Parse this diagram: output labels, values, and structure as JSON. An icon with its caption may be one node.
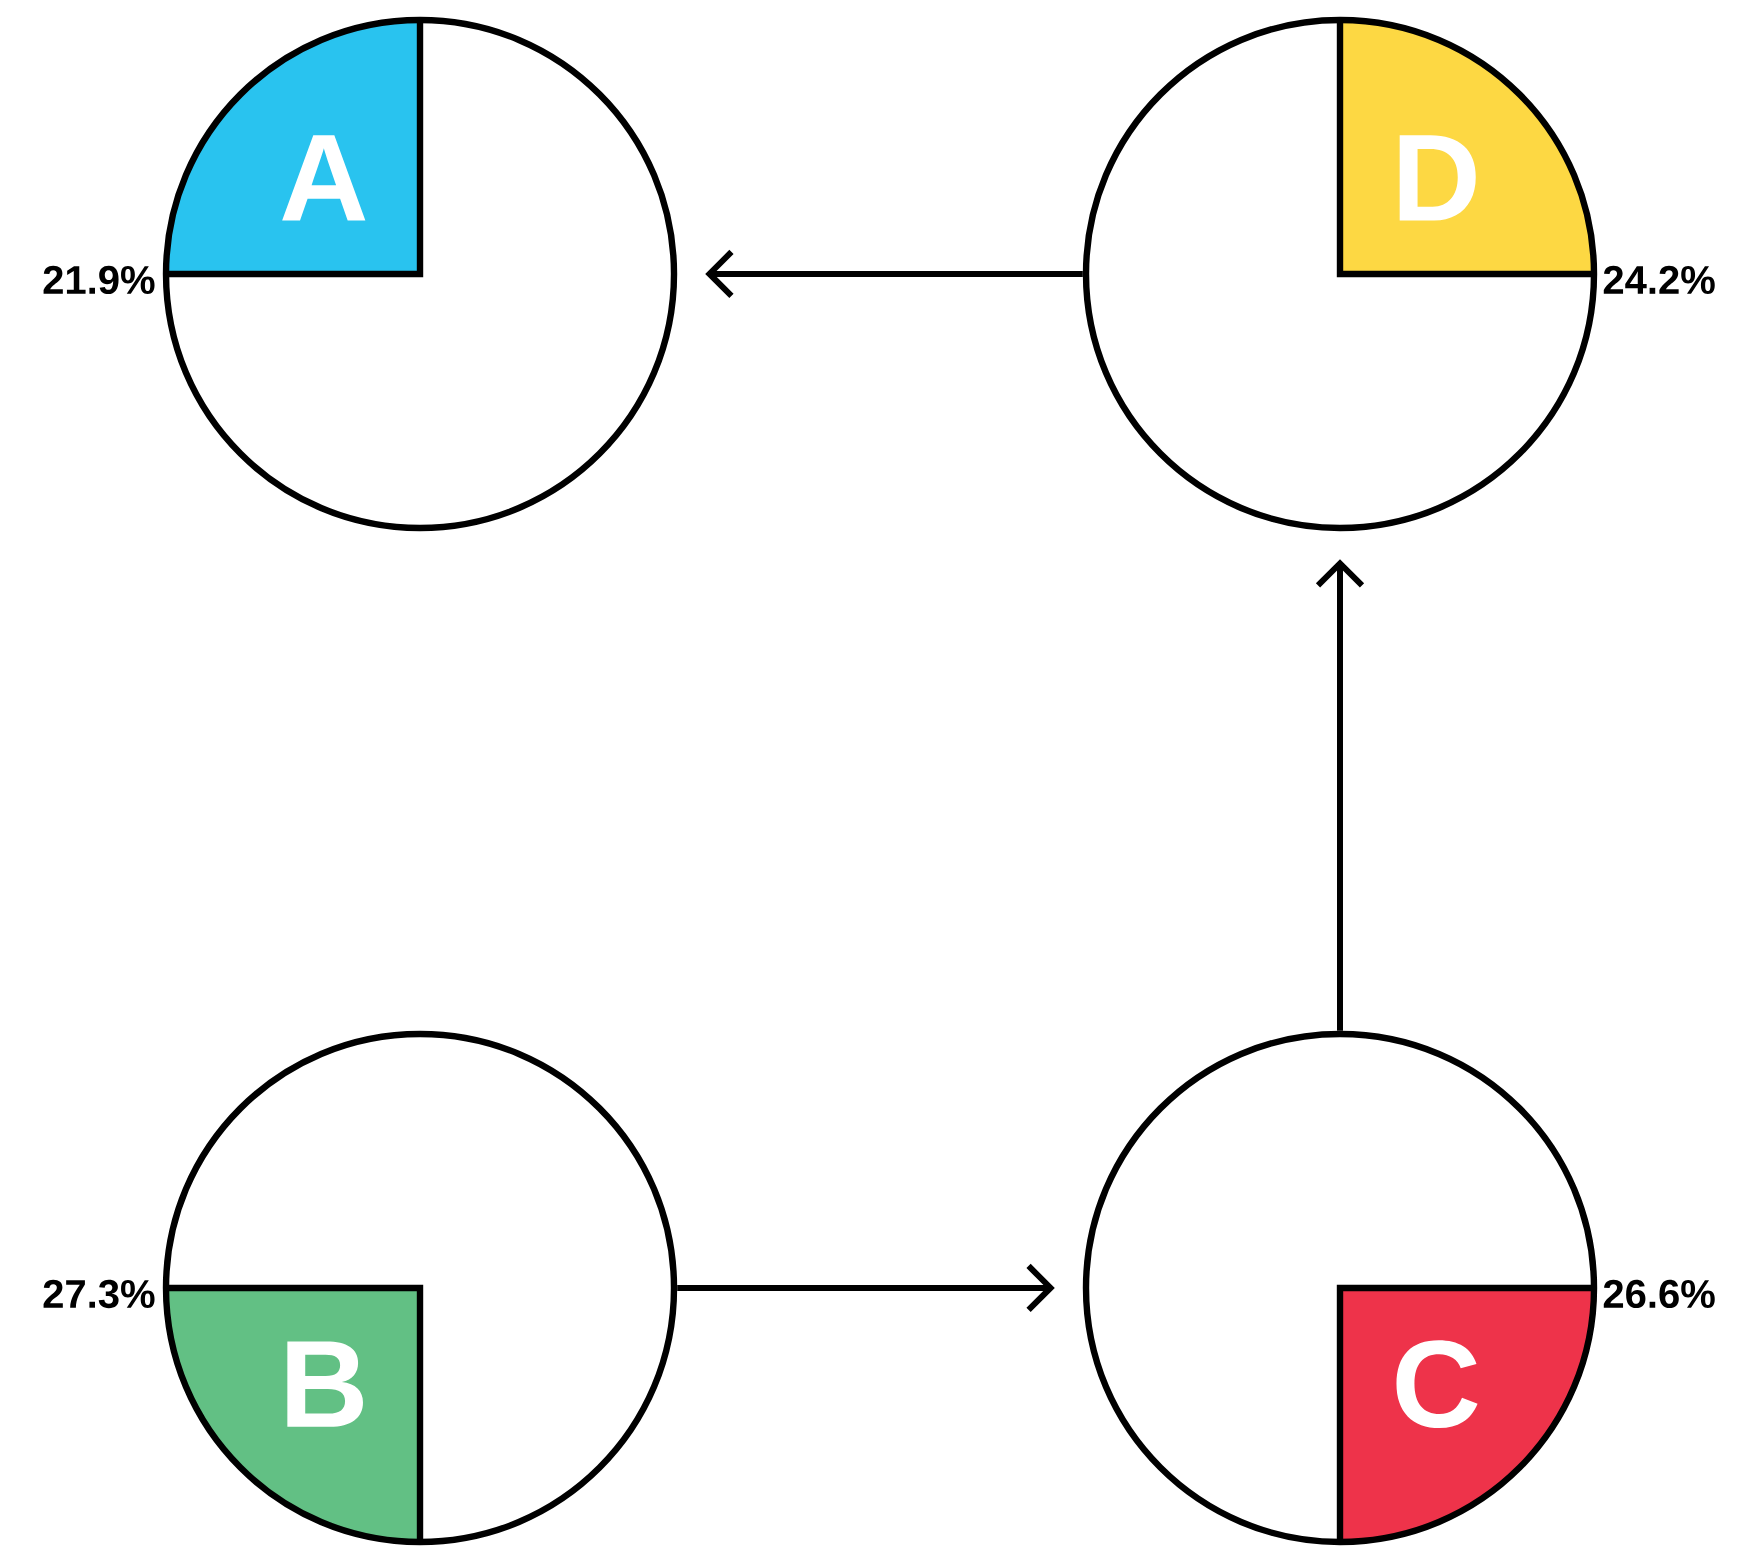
{
  "diagram": {
    "nodes": [
      {
        "text": [
          "A"
        ],
        "beside": [
          "21.9%"
        ]
      },
      {
        "text": [
          "D"
        ],
        "beside": [
          "24.2%"
        ]
      },
      {
        "text": [
          "B"
        ],
        "beside": [
          "27.3%"
        ]
      },
      {
        "text": [
          "C"
        ],
        "beside": [
          "26.6%"
        ]
      }
    ],
    "edges": [
      {
        "from": 1,
        "to": 0,
        "arrow": "to"
      },
      {
        "from": 2,
        "to": 3,
        "arrow": "to"
      },
      {
        "from": 3,
        "to": 1,
        "arrow": "to"
      }
    ]
  }
}
